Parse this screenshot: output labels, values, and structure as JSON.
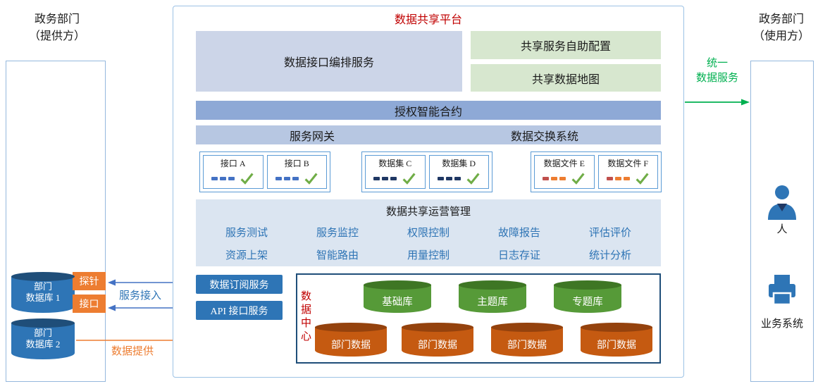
{
  "colors": {
    "title_red": "#c00000",
    "blue_text": "#2e74b5",
    "green_arrow": "#00b050",
    "orange_accent": "#ed7d31",
    "dark_blue_button": "#2e75b6",
    "check_green": "#70ad47"
  },
  "icons": {
    "user": "person-icon",
    "business_system": "printer-icon",
    "verified": "checkmark-icon"
  },
  "left_panel": {
    "title_line1": "政务部门",
    "title_line2": "（提供方）",
    "db1_line1": "部门",
    "db1_line2": "数据库 1",
    "db2_line1": "部门",
    "db2_line2": "数据库 2",
    "probe_label": "探针",
    "interface_label": "接口"
  },
  "platform": {
    "title": "数据共享平台",
    "orchestration_label": "数据接口编排服务",
    "self_config_label": "共享服务自助配置",
    "data_map_label": "共享数据地图",
    "smart_contract_label": "授权智能合约",
    "gateway_label": "服务网关",
    "exchange_label": "数据交换系统",
    "check_items": [
      {
        "label": "接口 A",
        "dashes": [
          "#4472c4",
          "#4472c4",
          "#4472c4"
        ]
      },
      {
        "label": "接口 B",
        "dashes": [
          "#4472c4",
          "#4472c4",
          "#4472c4"
        ]
      },
      {
        "label": "数据集 C",
        "dashes": [
          "#203864",
          "#203864",
          "#203864"
        ]
      },
      {
        "label": "数据集 D",
        "dashes": [
          "#203864",
          "#203864",
          "#203864"
        ]
      },
      {
        "label": "数据文件 E",
        "dashes": [
          "#c0504d",
          "#ed7d31",
          "#ed7d31"
        ]
      },
      {
        "label": "数据文件 F",
        "dashes": [
          "#c0504d",
          "#ed7d31",
          "#ed7d31"
        ]
      }
    ],
    "ops": {
      "title": "数据共享运营管理",
      "row1": [
        "服务测试",
        "服务监控",
        "权限控制",
        "故障报告",
        "评估评价"
      ],
      "row2": [
        "资源上架",
        "智能路由",
        "用量控制",
        "日志存证",
        "统计分析"
      ]
    },
    "subscribe_label": "数据订阅服务",
    "api_label": "API 接口服务",
    "data_center": {
      "title": "数据中心",
      "green_dbs": [
        "基础库",
        "主题库",
        "专题库"
      ],
      "orange_dbs": [
        "部门数据",
        "部门数据",
        "部门数据",
        "部门数据"
      ]
    }
  },
  "right_panel": {
    "title_line1": "政务部门",
    "title_line2": "（使用方）",
    "person_label": "人",
    "system_label": "业务系统"
  },
  "arrows": {
    "service_access_label": "服务接入",
    "data_provide_label": "数据提供",
    "unified_label_line1": "统一",
    "unified_label_line2": "数据服务"
  }
}
